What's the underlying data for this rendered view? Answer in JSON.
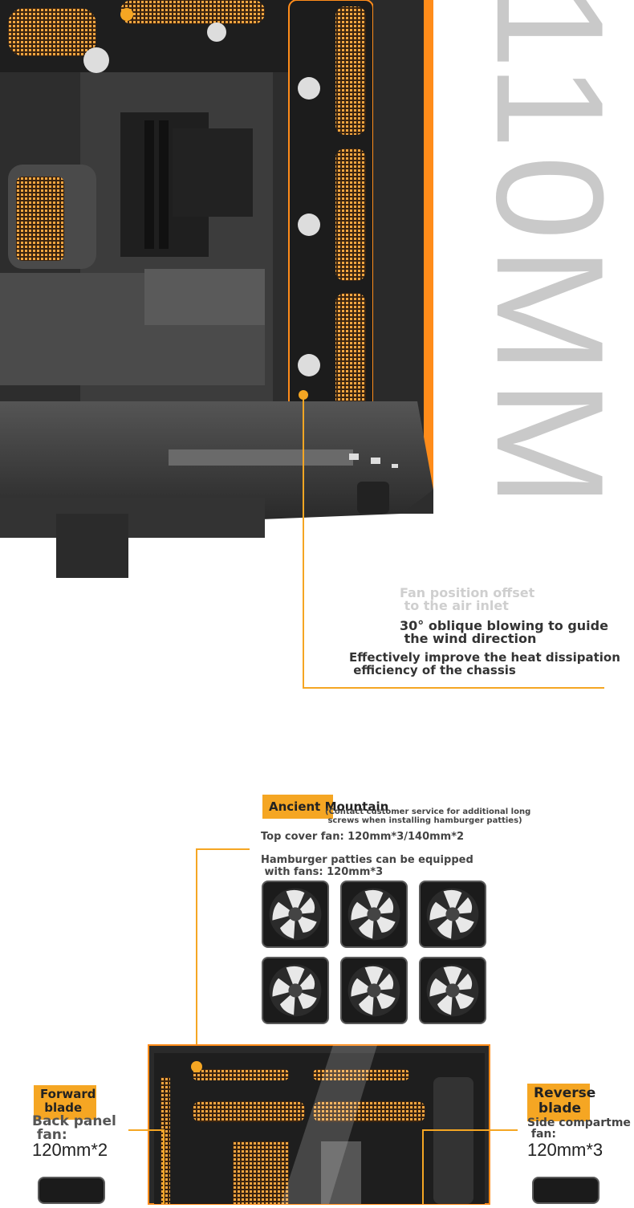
{
  "big_label": "110MM",
  "callout_top": {
    "line1": "Fan position offset\n to the air inlet",
    "line2": "30° oblique blowing to guide\n the wind direction",
    "line3": "Effectively improve the heat dissipation\n efficiency of the chassis"
  },
  "ancient": {
    "tag": "Ancient Mountain",
    "note": "(Contact customer service for additional long\n screws when installing hamburger patties)",
    "top_cover": "Top cover fan: 120mm*3/140mm*2",
    "hamburger": "Hamburger patties can be equipped\n with fans: 120mm*3"
  },
  "left_spec": {
    "tag": "Forward\n blade",
    "title": "Back panel\n fan:",
    "size": "120mm*2"
  },
  "right_spec": {
    "tag": "Reverse\n blade",
    "title": "Side compartme\n fan:",
    "size": "120mm*3"
  },
  "colors": {
    "accent": "#f5a623",
    "case_orange": "#ff8c1a",
    "dark": "#1b1b1b"
  }
}
